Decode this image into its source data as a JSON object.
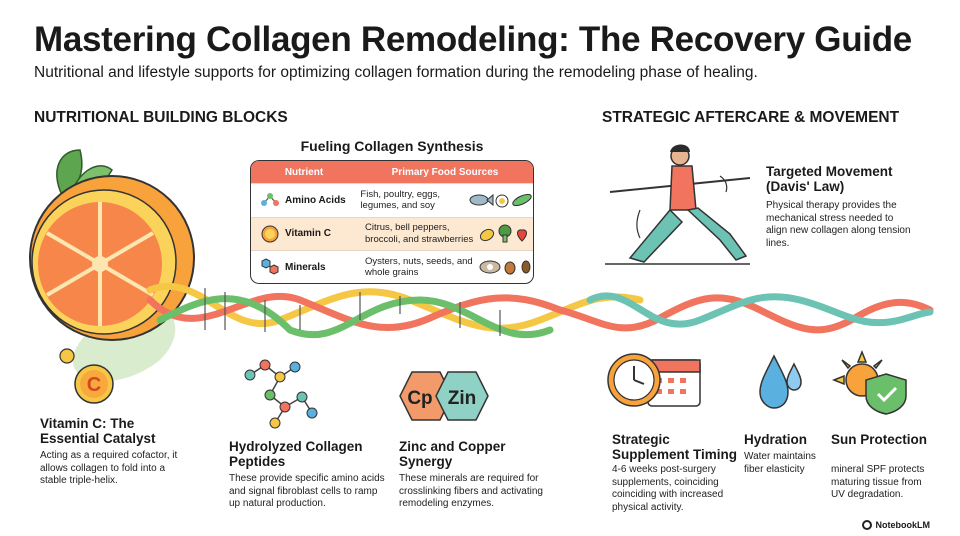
{
  "header": {
    "title": "Mastering Collagen Remodeling: The Recovery Guide",
    "subtitle": "Nutritional and lifestyle supports for optimizing collagen formation during the remodeling phase of healing."
  },
  "sections": {
    "left": "NUTRITIONAL BUILDING BLOCKS",
    "right": "STRATEGIC AFTERCARE & MOVEMENT"
  },
  "table": {
    "title": "Fueling Collagen Synthesis",
    "headers": [
      "Nutrient",
      "Primary Food Sources"
    ],
    "rows": [
      {
        "nutrient": "Amino Acids",
        "sources": "Fish, poultry, eggs, legumes, and soy"
      },
      {
        "nutrient": "Vitamin C",
        "sources": "Citrus, bell peppers, broccoli, and strawberries"
      },
      {
        "nutrient": "Minerals",
        "sources": "Oysters, nuts, seeds, and whole grains"
      }
    ]
  },
  "cards": {
    "vitamin_c": {
      "badge": "C",
      "title": "Vitamin C: The Essential Catalyst",
      "text": "Acting as a required cofactor, it allows collagen to fold into a stable triple-helix."
    },
    "peptides": {
      "title": "Hydrolyzed Collagen Peptides",
      "text": "These provide specific amino acids and signal fibroblast cells to ramp up natural production."
    },
    "zinc": {
      "icon_left": "Cp",
      "icon_right": "Zin",
      "title": "Zinc and Copper Synergy",
      "text": "These minerals are required for crosslinking fibers and activating remodeling enzymes."
    },
    "movement": {
      "title": "Targeted Movement (Davis' Law)",
      "text": "Physical therapy provides the mechanical stress needed to align new collagen along tension lines."
    },
    "timing": {
      "title": "Strategic Supplement Timing",
      "text": "4-6 weeks post-surgery supplements, coinciding coinciding with increased physical activity."
    },
    "hydration": {
      "title": "Hydration",
      "text": "Water maintains fiber elasticity"
    },
    "sun": {
      "title": "Sun Protection",
      "text": "mineral SPF protects maturing tissue from UV degradation."
    }
  },
  "footer": {
    "brand": "NotebookLM"
  },
  "colors": {
    "coral": "#f1745f",
    "orange": "#f7a23b",
    "teal": "#6cc3b4",
    "yellow": "#f6c744",
    "blue": "#5ab0df",
    "green": "#6bbf6b"
  }
}
